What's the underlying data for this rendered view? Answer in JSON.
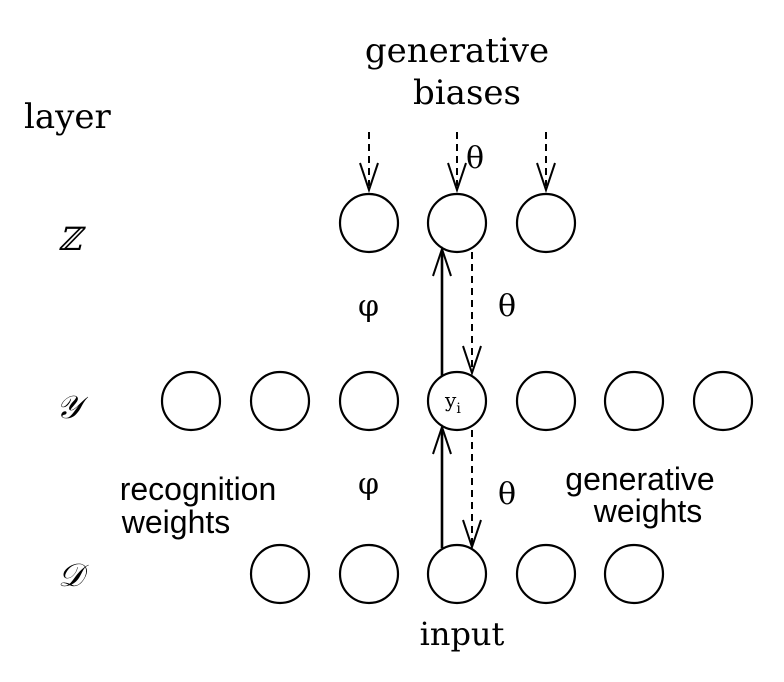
{
  "header": {
    "layer_label": "layer",
    "title_line1": "generative",
    "title_line2": "biases"
  },
  "layers": {
    "z": "ℤ",
    "y": "𝒴",
    "d": "𝒟"
  },
  "params": {
    "theta": "θ",
    "phi": "φ"
  },
  "unit_label": {
    "main": "y",
    "sub": "i"
  },
  "labels": {
    "recognition_line1": "recognition",
    "recognition_line2": "weights",
    "generative_line1": "generative",
    "generative_line2": "weights",
    "input": "input"
  }
}
